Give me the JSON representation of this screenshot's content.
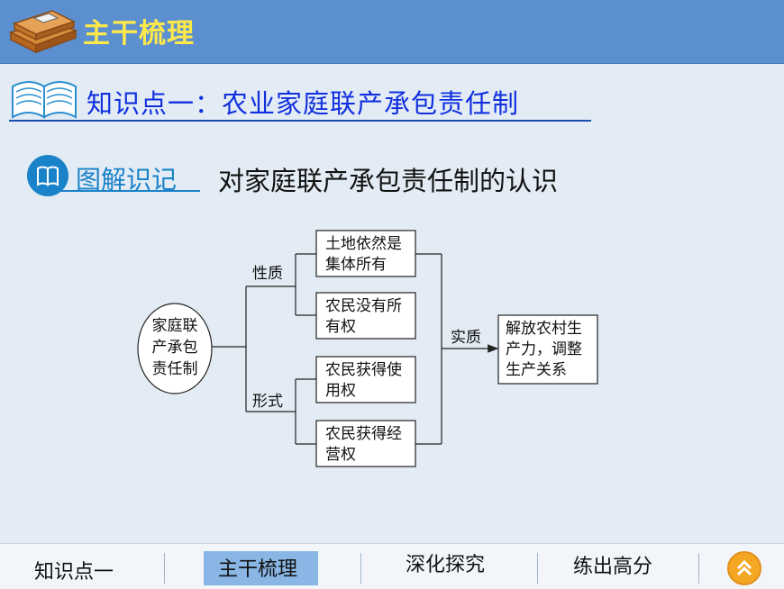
{
  "header": {
    "title": "主干梳理"
  },
  "knowledge_point": {
    "title": "知识点一：农业家庭联产承包责任制"
  },
  "section": {
    "label": "图解识记",
    "text": "对家庭联产承包责任制的认识"
  },
  "diagram": {
    "root": [
      "家庭联",
      "产承包",
      "责任制"
    ],
    "branch_nature": "性质",
    "branch_form": "形式",
    "box1": [
      "土地依然是",
      "集体所有"
    ],
    "box2": [
      "农民没有所",
      "有权"
    ],
    "box3": [
      "农民获得使",
      "用权"
    ],
    "box4": [
      "农民获得经",
      "营权"
    ],
    "essence_label": "实质",
    "result": [
      "解放农村生",
      "产力，调整",
      "生产关系"
    ]
  },
  "nav": {
    "items": [
      "知识点一",
      "主干梳理",
      "深化探究",
      "练出高分"
    ],
    "active": "主干梳理"
  },
  "colors": {
    "header_bg": "#5b8fcf",
    "header_title": "#ffe94a",
    "kp_title": "#1030e0",
    "section_accent": "#1a82c9",
    "nav_active": "#89b6e4",
    "up_button": "#f5a623"
  }
}
